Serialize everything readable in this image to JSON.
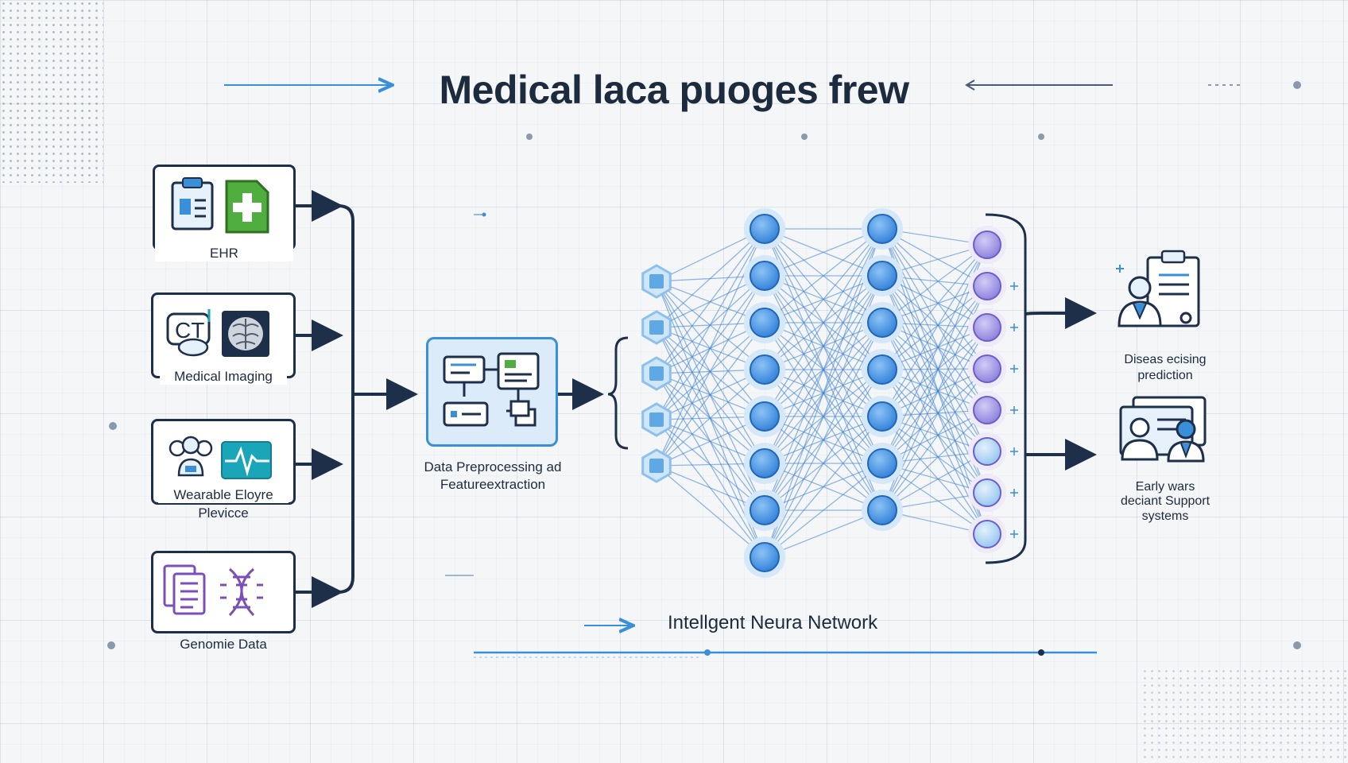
{
  "title": "Medical laca puoges frew",
  "sources": [
    {
      "label": "EHR",
      "icons": [
        "clipboard-icon",
        "medical-file-icon"
      ]
    },
    {
      "label": "Medical Imaging",
      "icons": [
        "ct-scan-icon",
        "brain-scan-icon"
      ]
    },
    {
      "label_line1": "Wearable Eloyre",
      "label_line2": "Plevicce",
      "icons": [
        "people-icon",
        "heart-monitor-icon"
      ]
    },
    {
      "label": "Genomie Data",
      "icons": [
        "documents-icon",
        "dna-icon"
      ]
    }
  ],
  "preprocessing": {
    "label_line1": "Data Preprocessing ad",
    "label_line2": "Featureextraction",
    "icon": "flowchart-icon"
  },
  "network": {
    "caption": "Intellgent Neura Network",
    "layers": [
      5,
      8,
      7,
      8
    ],
    "colors": {
      "input": "#5fa8e6",
      "hidden": "#3f8ee0",
      "output": "#9b8fe0",
      "edge": "#3d7fd1"
    }
  },
  "outputs": [
    {
      "label_line1": "Diseas ecising",
      "label_line2": "prediction",
      "icon": "doctor-clipboard-icon"
    },
    {
      "label_line1": "Early wars",
      "label_line2": "deciant Support",
      "label_line3": "systems",
      "icon": "doctors-team-icon"
    }
  ],
  "colors": {
    "dark": "#1e2f4a",
    "accent": "#3a8fd9",
    "green": "#4fae3e",
    "purple": "#7b4fb8",
    "teal": "#1aa5b8"
  }
}
